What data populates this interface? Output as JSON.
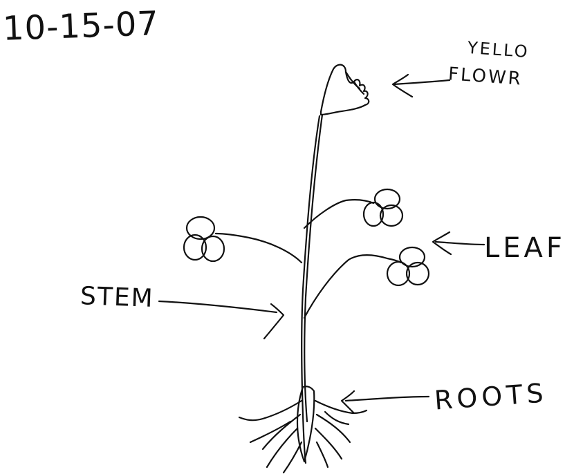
{
  "date": "10-15-07",
  "labels": {
    "flower_line1": "YELLO",
    "flower_line2": "FLOWR",
    "leaf": "LEAF",
    "stem": "STEM",
    "roots": "ROOTS"
  },
  "ink_color": "#111111",
  "paper_color": "#ffffff"
}
